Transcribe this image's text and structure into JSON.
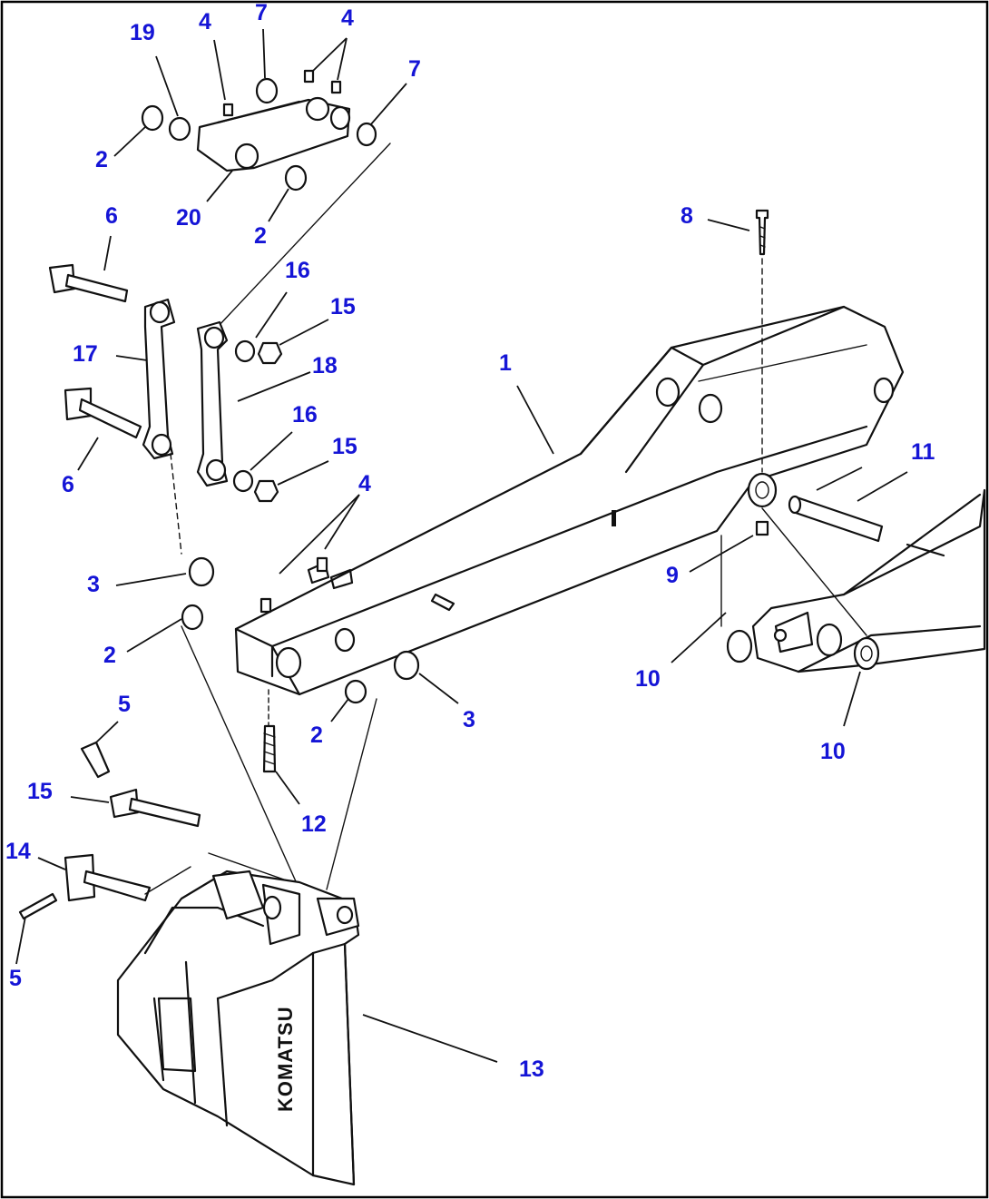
{
  "diagram": {
    "brand_text": "KOMATSU",
    "callouts": {
      "c1": "1",
      "c2a": "2",
      "c2b": "2",
      "c2c": "2",
      "c2d": "2",
      "c3a": "3",
      "c3b": "3",
      "c4a": "4",
      "c4b": "4",
      "c4c": "4",
      "c5a": "5",
      "c5b": "5",
      "c6a": "6",
      "c6b": "6",
      "c7a": "7",
      "c7b": "7",
      "c8": "8",
      "c9": "9",
      "c10a": "10",
      "c10b": "10",
      "c11": "11",
      "c12": "12",
      "c13": "13",
      "c14": "14",
      "c15a": "15",
      "c15b": "15",
      "c15c": "15",
      "c16a": "16",
      "c16b": "16",
      "c17": "17",
      "c18": "18",
      "c19": "19",
      "c20": "20"
    },
    "colors": {
      "callout": "#1515d6",
      "line": "#111111",
      "border": "#000000"
    }
  }
}
